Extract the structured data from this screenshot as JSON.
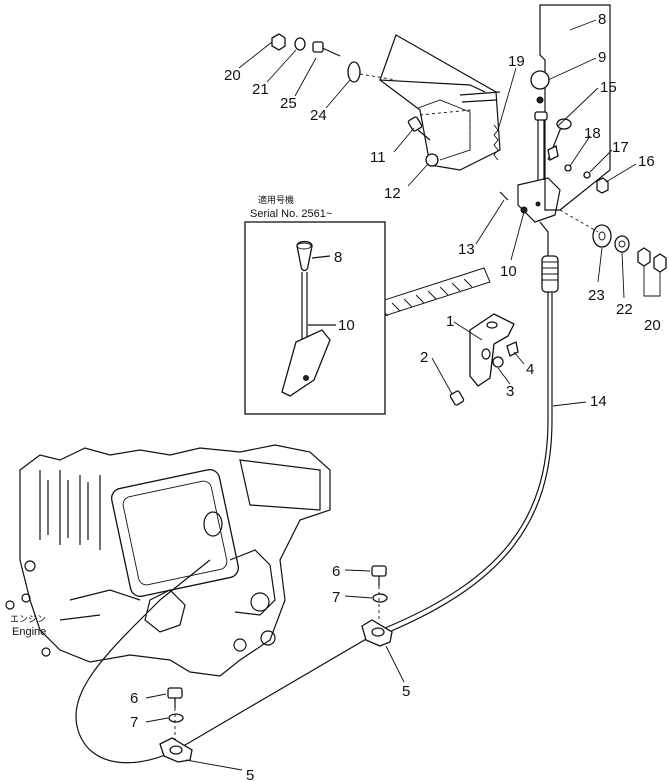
{
  "inset": {
    "heading_jp": "適用号機",
    "serial_label": "Serial No. 2561~",
    "callouts": [
      "8",
      "10"
    ]
  },
  "engine": {
    "label_jp": "エンジン",
    "label_en": "Engine"
  },
  "callouts": {
    "c20a": "20",
    "c21": "21",
    "c25": "25",
    "c24": "24",
    "c19": "19",
    "c8": "8",
    "c9": "9",
    "c15": "15",
    "c18": "18",
    "c17": "17",
    "c16": "16",
    "c11": "11",
    "c12": "12",
    "c13": "13",
    "c10": "10",
    "c23": "23",
    "c22": "22",
    "c20b": "20",
    "c1": "1",
    "c2": "2",
    "c3": "3",
    "c4": "4",
    "c14": "14",
    "c6a": "6",
    "c7a": "7",
    "c5a": "5",
    "c6b": "6",
    "c7b": "7",
    "c5b": "5"
  }
}
